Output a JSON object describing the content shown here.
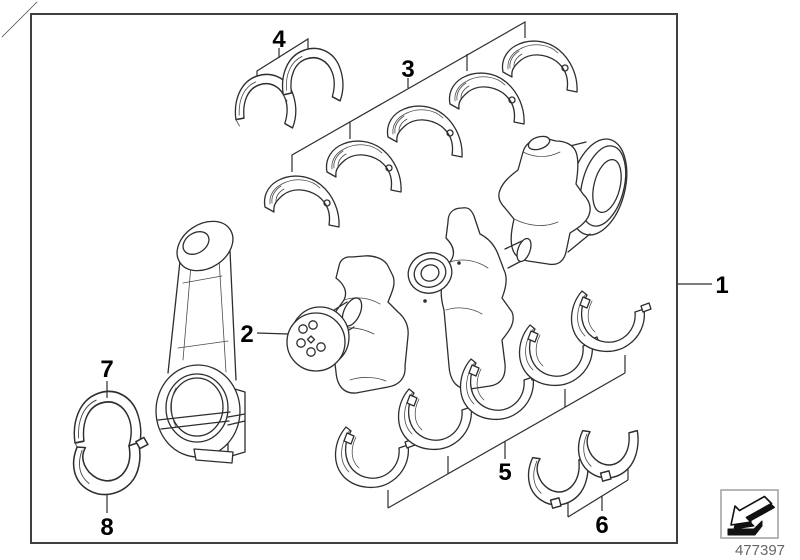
{
  "diagram": {
    "subject": "crankshaft-with-bearing-shells-exploded-view",
    "callouts": [
      {
        "id": 1,
        "label": "1"
      },
      {
        "id": 2,
        "label": "2"
      },
      {
        "id": 3,
        "label": "3"
      },
      {
        "id": 4,
        "label": "4"
      },
      {
        "id": 5,
        "label": "5"
      },
      {
        "id": 6,
        "label": "6"
      },
      {
        "id": 7,
        "label": "7"
      },
      {
        "id": 8,
        "label": "8"
      }
    ],
    "footer": {
      "image_number": "477397"
    },
    "icon": {
      "name": "previous-arrow-icon"
    },
    "colors": {
      "line": "#2e2e2e",
      "label": "#000000",
      "image_number": "#666666",
      "frame": "#3f3f3f",
      "icon_border": "#9e9e9e",
      "background": "#ffffff"
    }
  }
}
